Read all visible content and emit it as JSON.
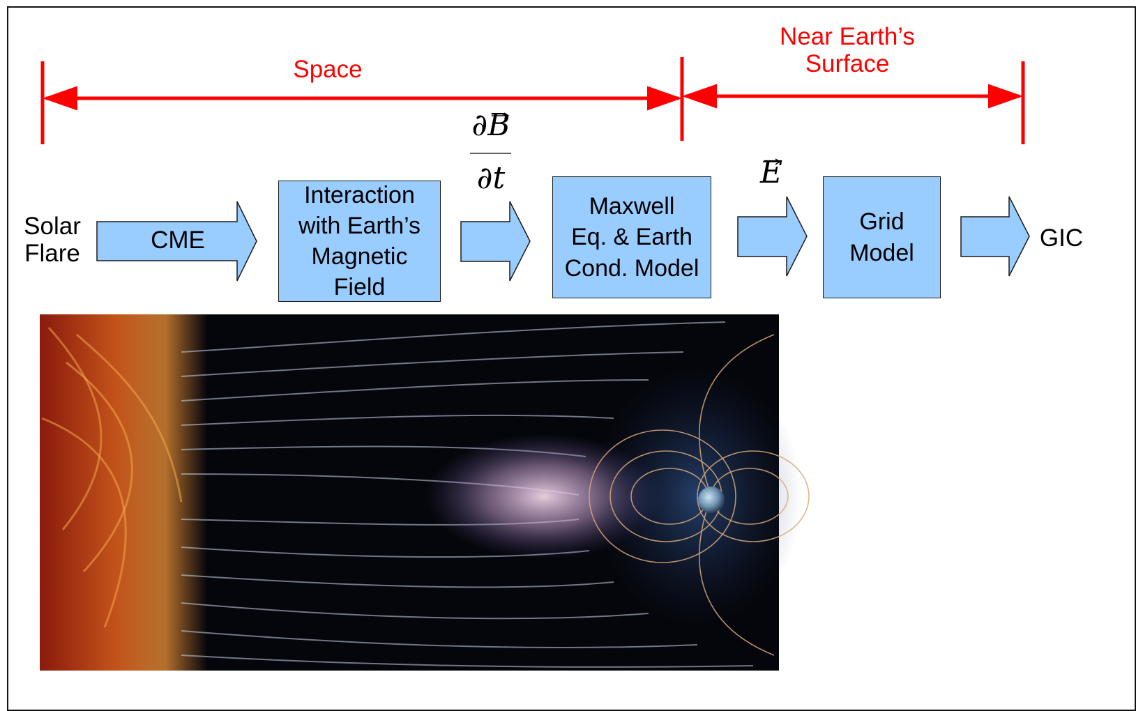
{
  "ranges": {
    "space_label": "Space",
    "near_earth_label": "Near Earth’s\nSurface"
  },
  "flow": {
    "source": "Solar\nFlare",
    "arrow1": "CME",
    "box1": "Interaction\nwith Earth’s\nMagnetic\nField",
    "box2": "Maxwell\nEq. & Earth\nCond. Model",
    "box3": "Grid\nModel",
    "sink": "GIC"
  },
  "math": {
    "db_numerator": "∂B",
    "dt_denominator": "∂t",
    "e_field": "E"
  },
  "colors": {
    "range_red": "#ff0000",
    "box_fill": "#99ccff",
    "image_bg": "#05060b"
  },
  "image": {
    "description_icon": "magnetosphere-illustration"
  }
}
